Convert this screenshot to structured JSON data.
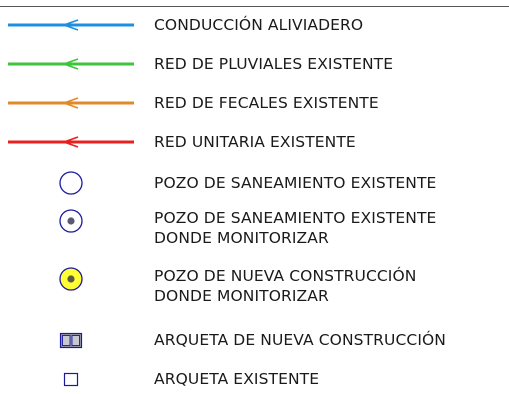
{
  "legend": {
    "items": [
      {
        "id": "conduccion",
        "symbol": "line-arrow",
        "color": "#1e8fe0",
        "lines": [
          "CONDUCCIÓN ALIVIADERO"
        ]
      },
      {
        "id": "pluviales",
        "symbol": "line-arrow",
        "color": "#3cc43c",
        "lines": [
          "RED DE PLUVIALES EXISTENTE"
        ]
      },
      {
        "id": "fecales",
        "symbol": "line-arrow",
        "color": "#e08a2a",
        "lines": [
          "RED DE FECALES EXISTENTE"
        ]
      },
      {
        "id": "unitaria",
        "symbol": "line-arrow",
        "color": "#e82020",
        "lines": [
          "RED UNITARIA EXISTENTE"
        ]
      },
      {
        "id": "pozo-existente",
        "symbol": "circle-empty",
        "color": "#1a1aa0",
        "lines": [
          "POZO DE SANEAMIENTO EXISTENTE"
        ]
      },
      {
        "id": "pozo-monitorizar",
        "symbol": "circle-dot",
        "color": "#1a1aa0",
        "lines": [
          "POZO DE SANEAMIENTO EXISTENTE",
          "DONDE MONITORIZAR"
        ]
      },
      {
        "id": "pozo-nuevo",
        "symbol": "circle-yellow",
        "color": "#ffff33",
        "lines": [
          "POZO DE NUEVA CONSTRUCCIÓN",
          "DONDE MONITORIZAR"
        ]
      },
      {
        "id": "arqueta-nueva",
        "symbol": "box-double",
        "color": "#1a1aa0",
        "lines": [
          "ARQUETA DE NUEVA CONSTRUCCIÓN"
        ]
      },
      {
        "id": "arqueta-existente",
        "symbol": "box-empty",
        "color": "#1a1aa0",
        "lines": [
          "ARQUETA EXISTENTE"
        ]
      }
    ]
  }
}
